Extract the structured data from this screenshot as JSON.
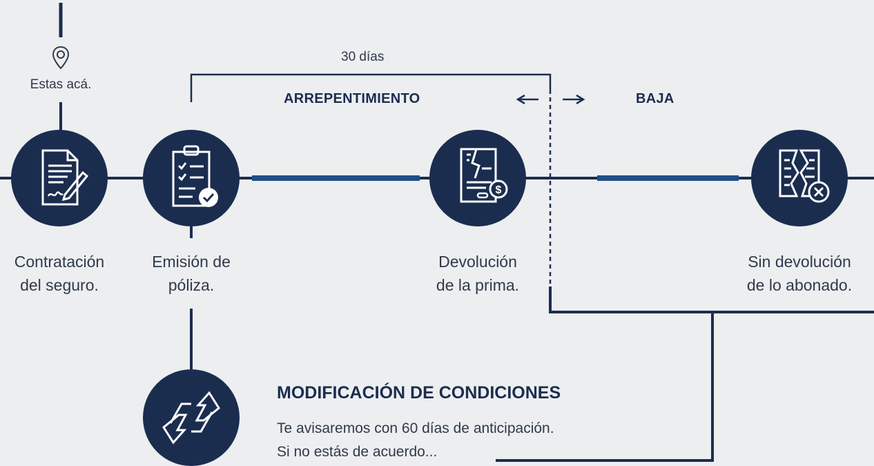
{
  "location": {
    "icon": "location-pin-icon",
    "text": "Estas acá."
  },
  "period": {
    "label": "30 días"
  },
  "sections": {
    "left_title": "ARREPENTIMIENTO",
    "right_title": "BAJA"
  },
  "steps": [
    {
      "icon": "contract-signature-icon",
      "line1": "Contratación",
      "line2": "del seguro."
    },
    {
      "icon": "clipboard-check-icon",
      "line1": "Emisión de",
      "line2": "póliza."
    },
    {
      "icon": "refund-document-icon",
      "line1": "Devolución",
      "line2": "de la prima."
    },
    {
      "icon": "torn-document-cancel-icon",
      "line1": "Sin devolución",
      "line2": "de lo abonado."
    }
  ],
  "modification": {
    "icon": "sync-arrows-icon",
    "title": "MODIFICACIÓN  DE CONDICIONES",
    "line1": "Te avisaremos con 60 días de anticipación.",
    "line2": "Si no estás de acuerdo..."
  },
  "colors": {
    "background": "#eceef0",
    "navy": "#1b2d4f",
    "accent_blue": "#1f4f86",
    "text": "#2f3a4a"
  }
}
